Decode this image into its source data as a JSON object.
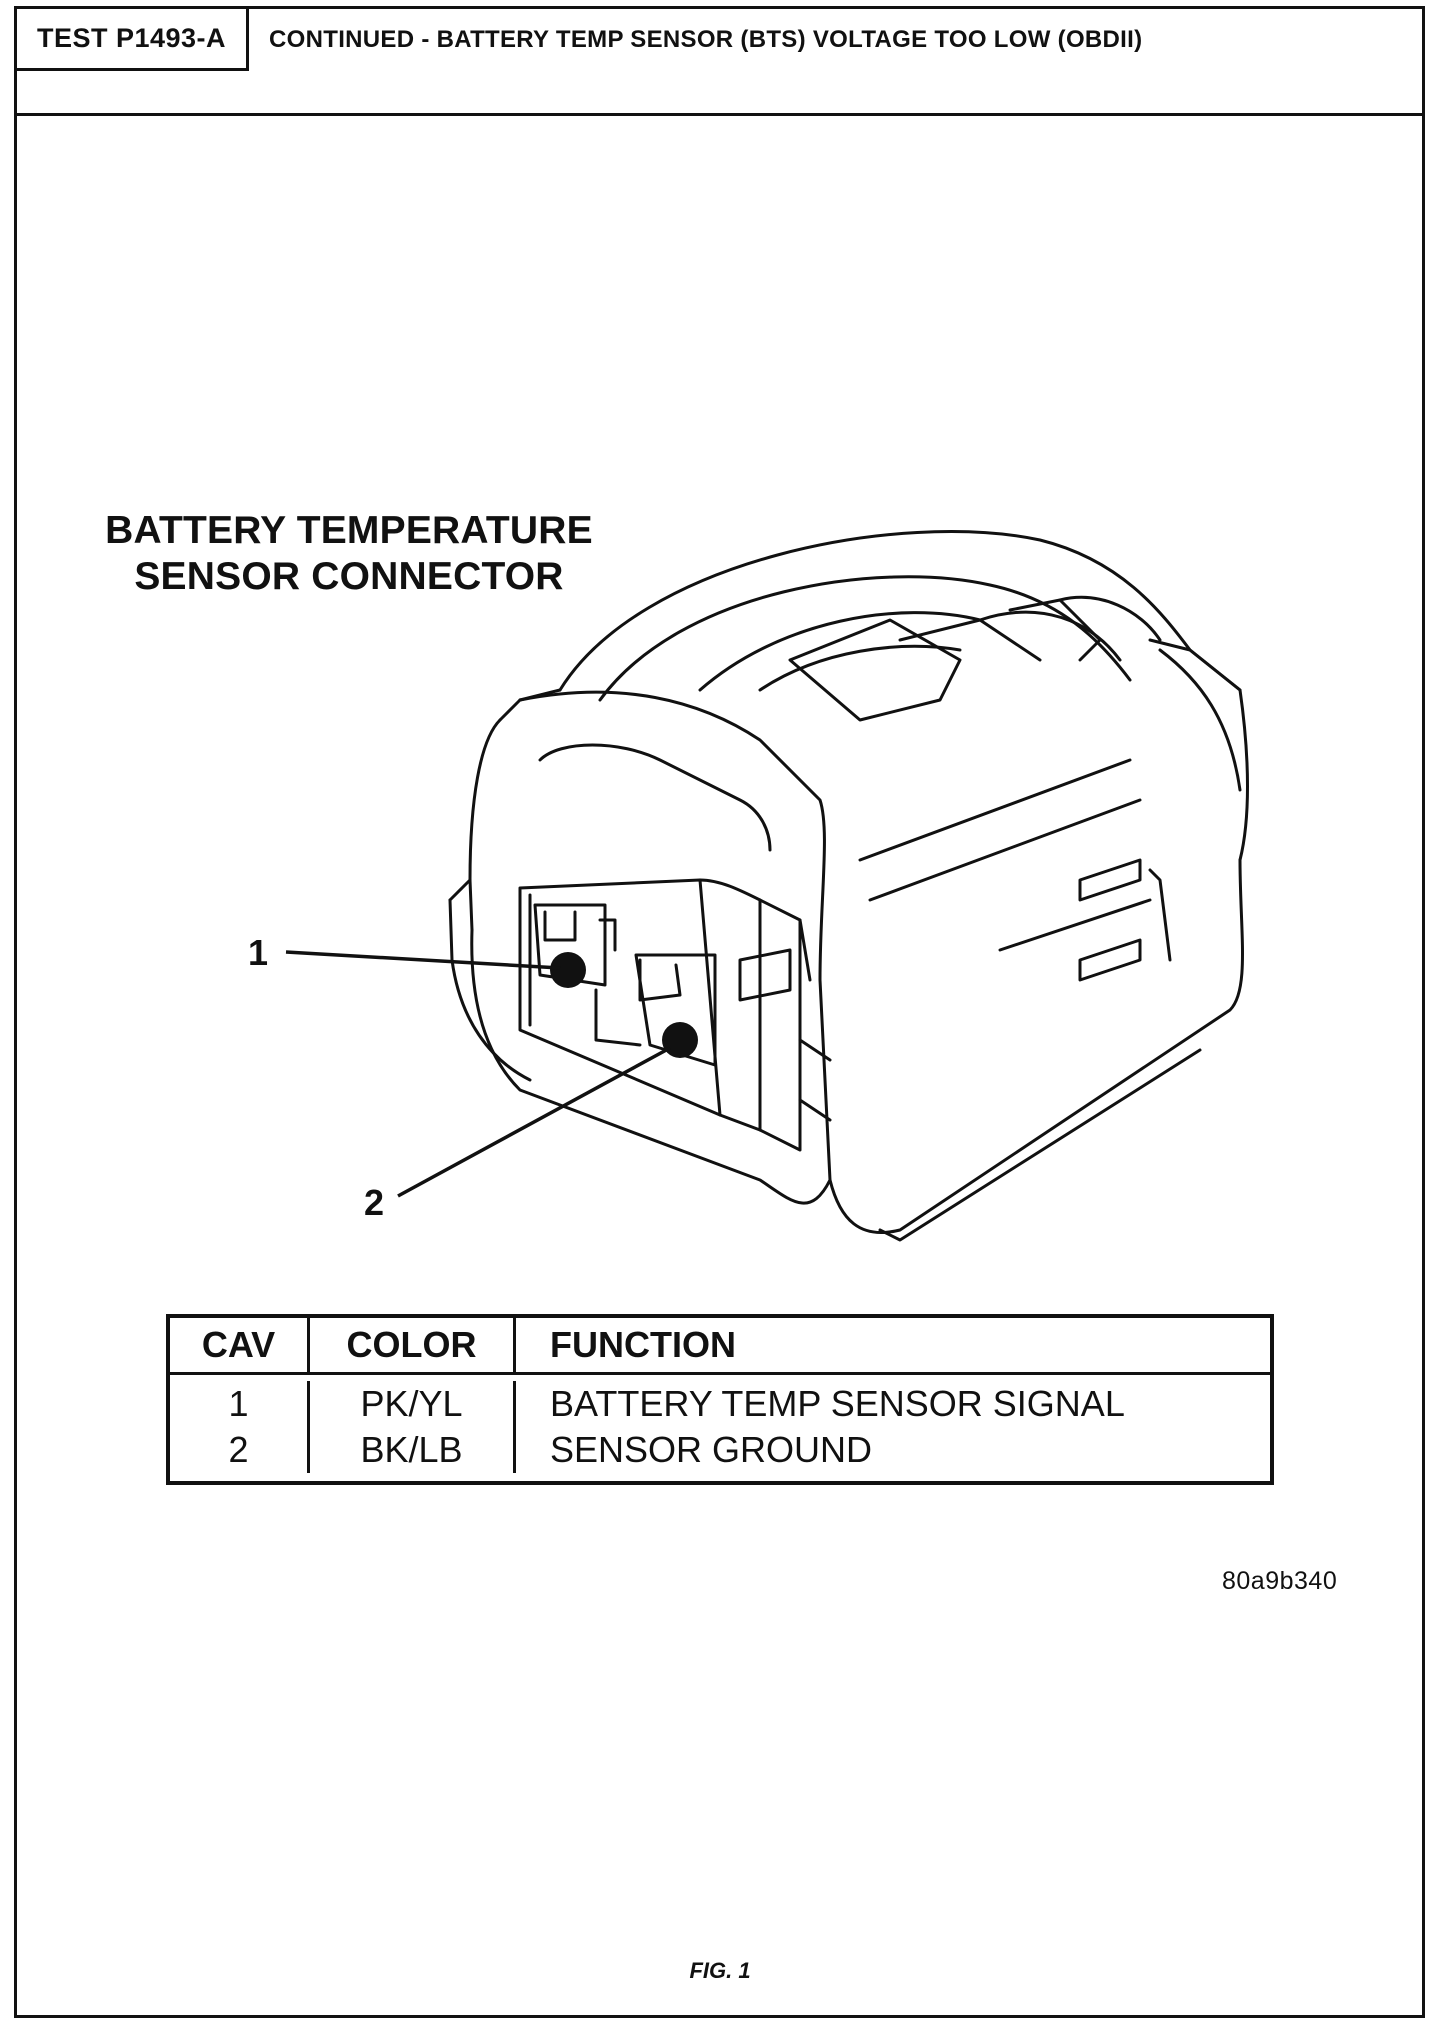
{
  "header": {
    "test_id": "TEST P1493-A",
    "title": "CONTINUED - BATTERY TEMP SENSOR (BTS) VOLTAGE TOO LOW (OBDII)"
  },
  "diagram": {
    "title_line1": "BATTERY TEMPERATURE",
    "title_line2": "SENSOR CONNECTOR",
    "callouts": [
      "1",
      "2"
    ]
  },
  "pin_table": {
    "headers": [
      "CAV",
      "COLOR",
      "FUNCTION"
    ],
    "rows": [
      {
        "cav": "1",
        "color": "PK/YL",
        "function": "BATTERY TEMP SENSOR SIGNAL"
      },
      {
        "cav": "2",
        "color": "BK/LB",
        "function": "SENSOR GROUND"
      }
    ]
  },
  "figure_code": "80a9b340",
  "caption": "FIG. 1"
}
